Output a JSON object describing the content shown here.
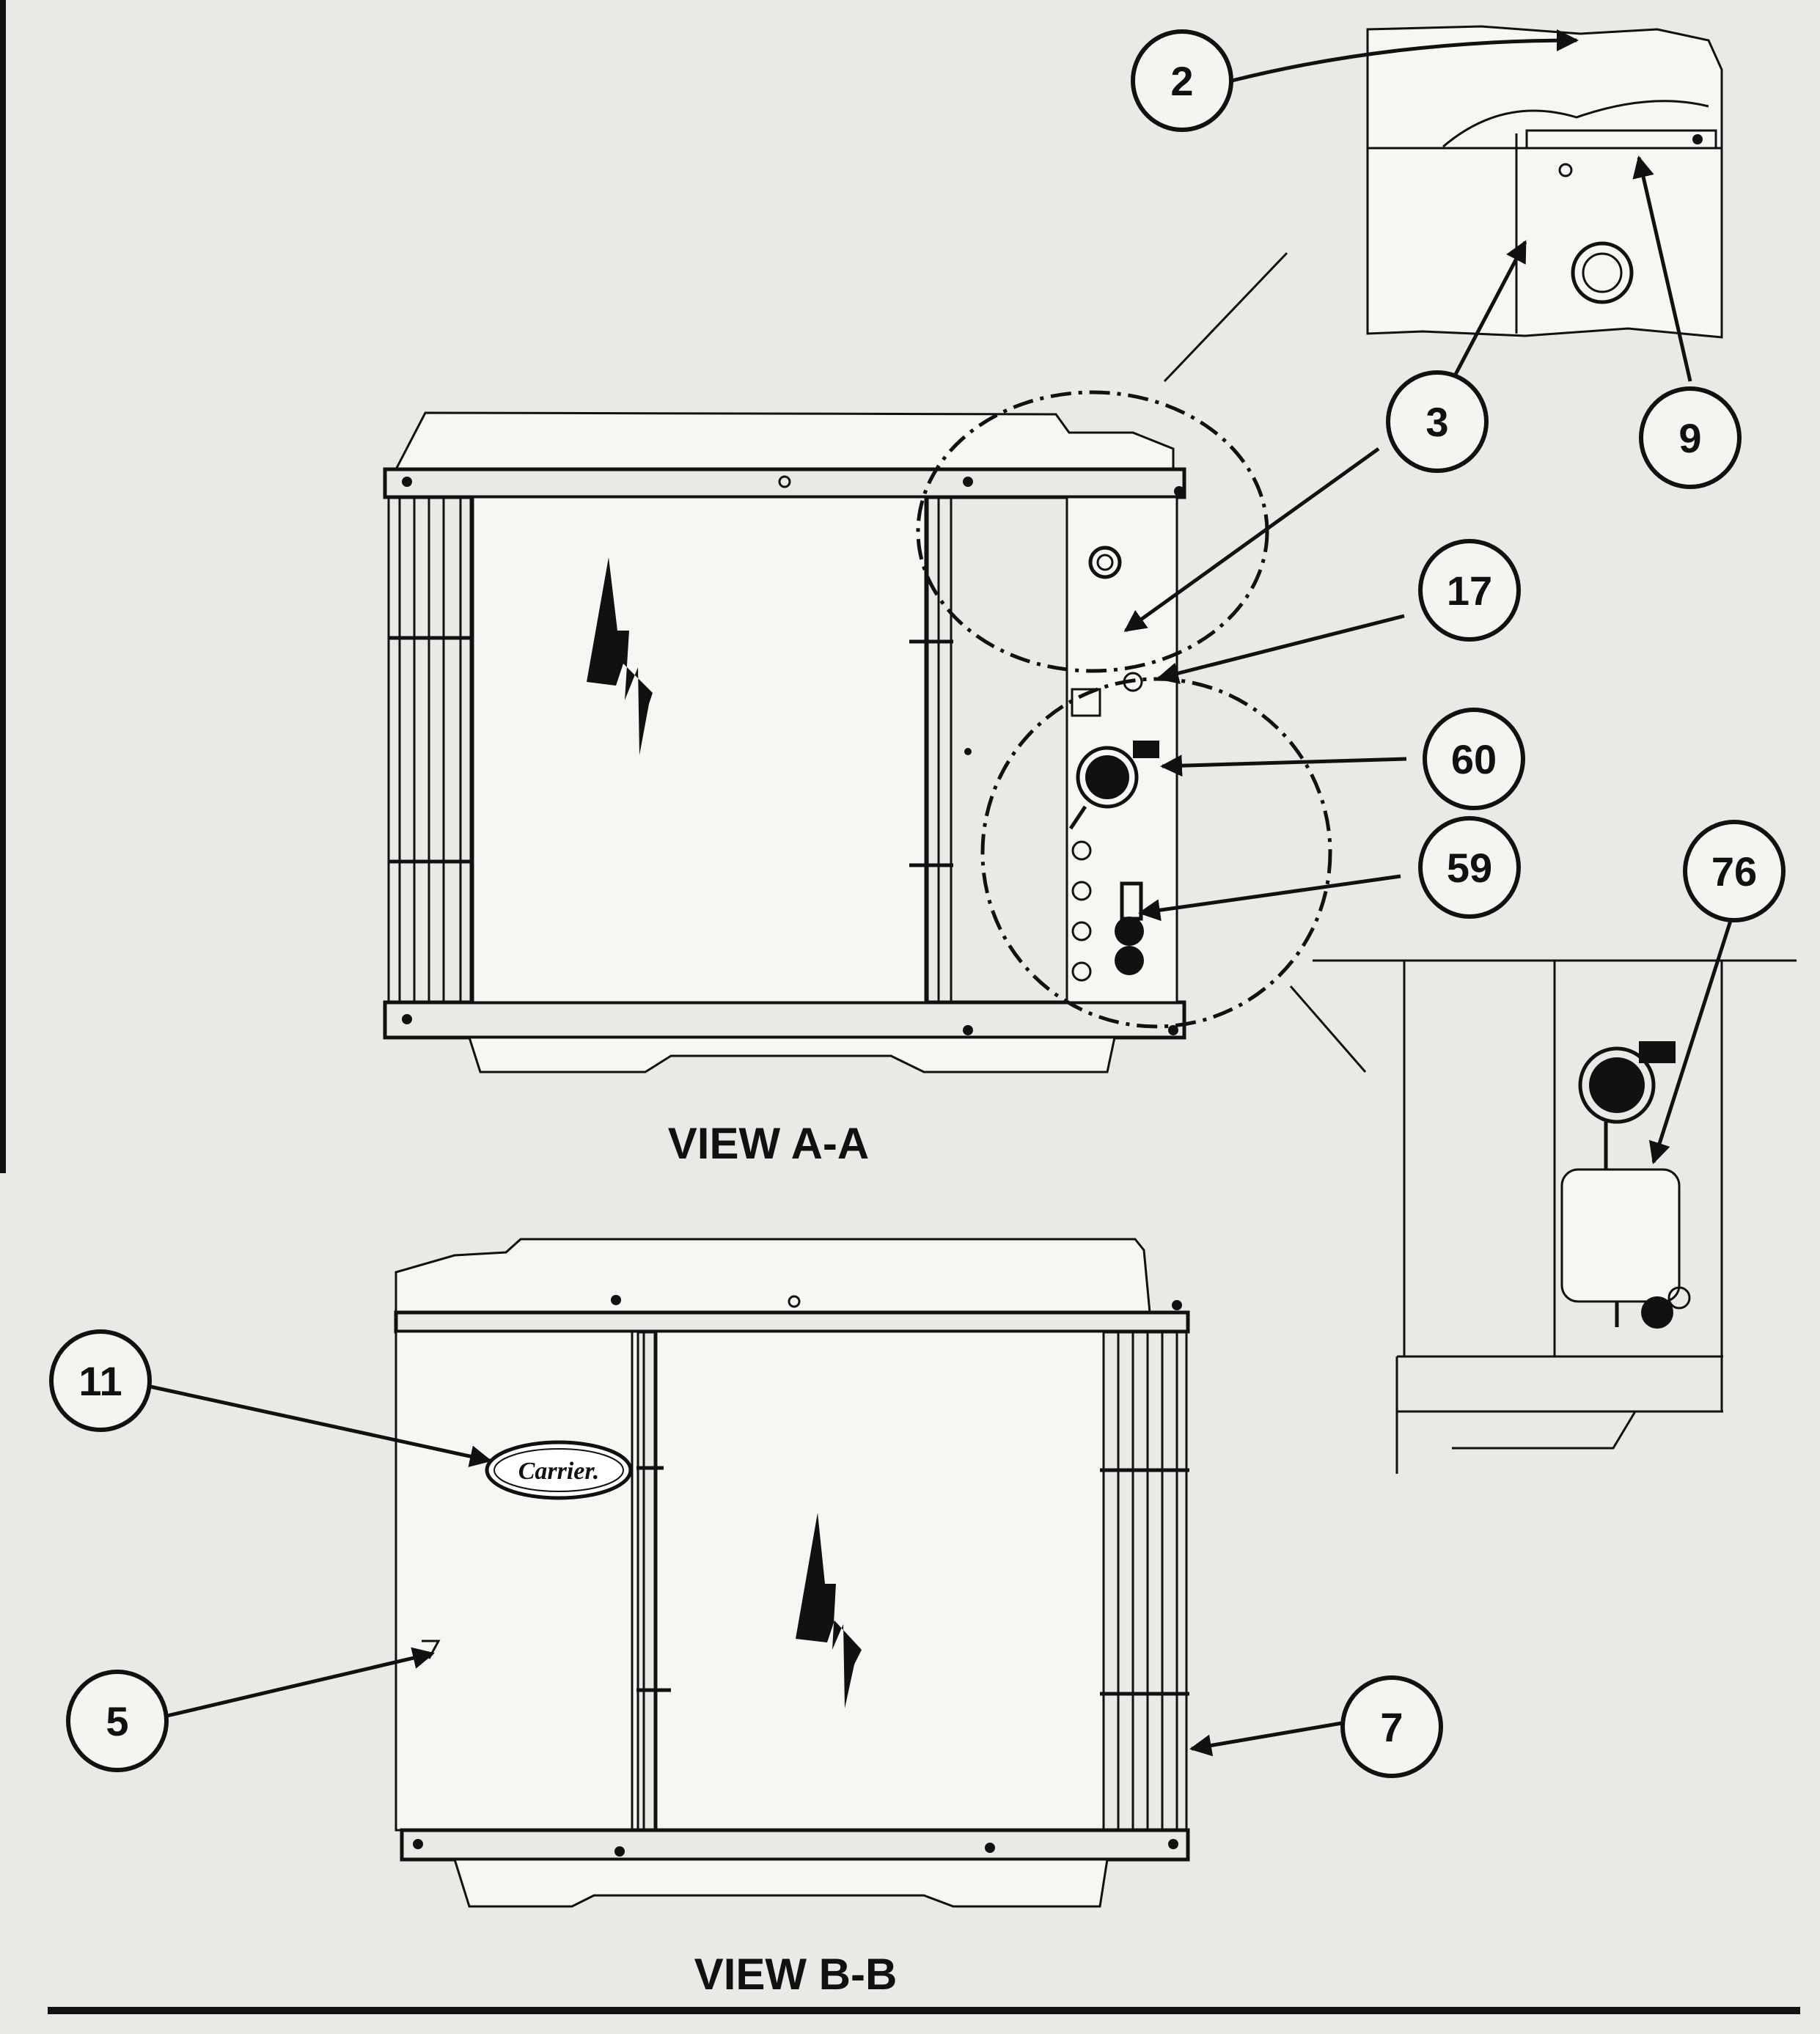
{
  "views": {
    "view_a": "VIEW A-A",
    "view_b": "VIEW B-B"
  },
  "brand_logo": "Carrier.",
  "callouts": {
    "c2": "2",
    "c3": "3",
    "c9": "9",
    "c17": "17",
    "c60": "60",
    "c59": "59",
    "c76": "76",
    "c11": "11",
    "c5": "5",
    "c7": "7"
  },
  "colors": {
    "ink": "#111111",
    "paper": "#e9e9e6"
  }
}
